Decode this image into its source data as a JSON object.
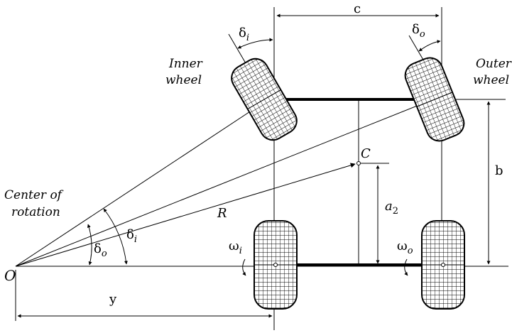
{
  "labels": {
    "delta_i_top": {
      "base": "δ",
      "sub": "i"
    },
    "delta_o_top": {
      "base": "δ",
      "sub": "o"
    },
    "c": "c",
    "inner_wheel_1": "Inner",
    "inner_wheel_2": "wheel",
    "outer_wheel_1": "Outer",
    "outer_wheel_2": "wheel",
    "center_1": "Center of",
    "center_2": "rotation",
    "C": "C",
    "R": "R",
    "a2": {
      "base": "a",
      "sub": "2"
    },
    "b": "b",
    "delta_i_mid": {
      "base": "δ",
      "sub": "i"
    },
    "delta_o_mid": {
      "base": "δ",
      "sub": "o"
    },
    "omega_i": {
      "base": "ω",
      "sub": "i"
    },
    "omega_o": {
      "base": "ω",
      "sub": "o"
    },
    "O": "O",
    "y": "y"
  }
}
